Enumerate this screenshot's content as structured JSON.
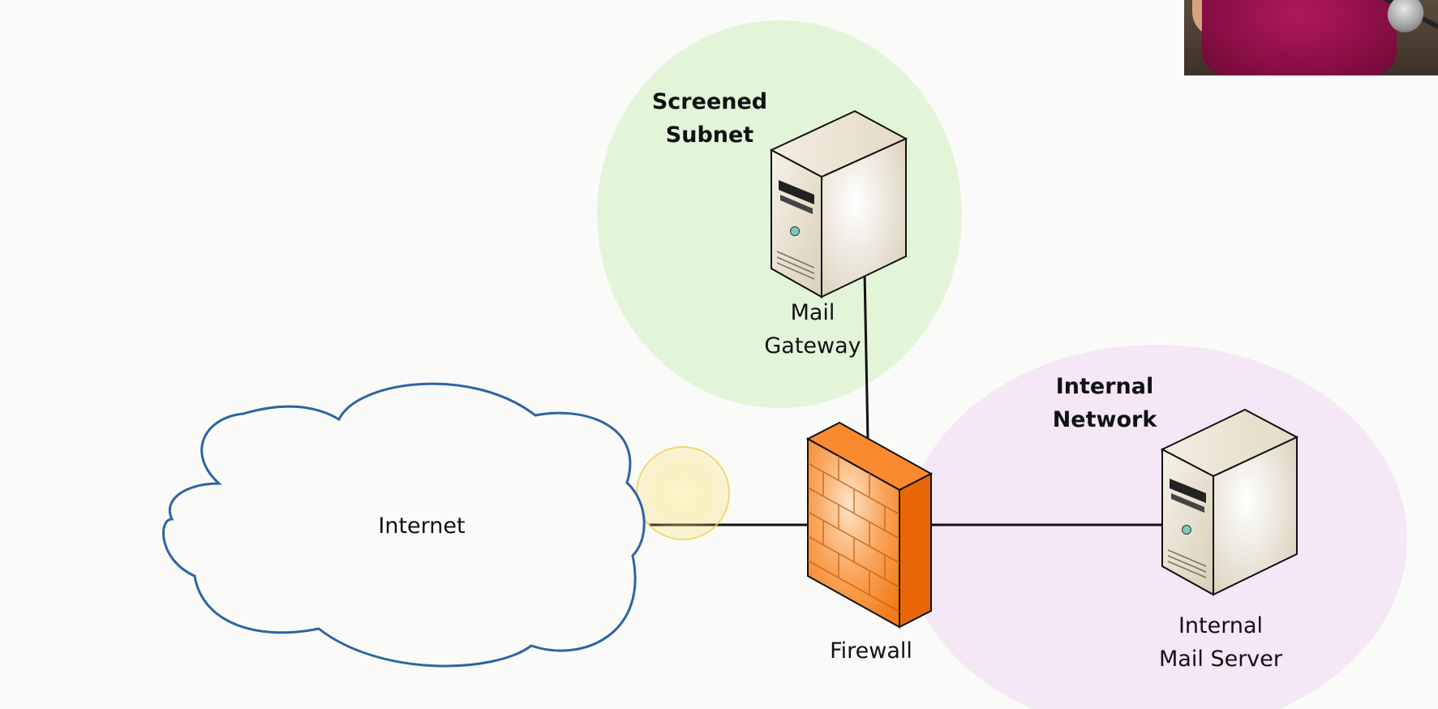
{
  "zones": {
    "screened_subnet": {
      "title_line1": "Screened",
      "title_line2": "Subnet",
      "color": "#e2f5d9"
    },
    "internal_network": {
      "title_line1": "Internal",
      "title_line2": "Network",
      "color": "#f5e7f5"
    }
  },
  "nodes": {
    "internet": {
      "label": "Internet",
      "icon": "cloud-icon"
    },
    "mail_gateway": {
      "label_line1": "Mail",
      "label_line2": "Gateway",
      "icon": "server-icon"
    },
    "firewall": {
      "label": "Firewall",
      "icon": "firewall-icon"
    },
    "internal_mail_server": {
      "label_line1": "Internal",
      "label_line2": "Mail Server",
      "icon": "server-icon"
    }
  },
  "colors": {
    "cloud_stroke": "#2d64a4",
    "firewall_orange": "#f57a1e",
    "server_beige": "#ede6d6",
    "link": "#111111",
    "highlight": "#f3d24a"
  }
}
